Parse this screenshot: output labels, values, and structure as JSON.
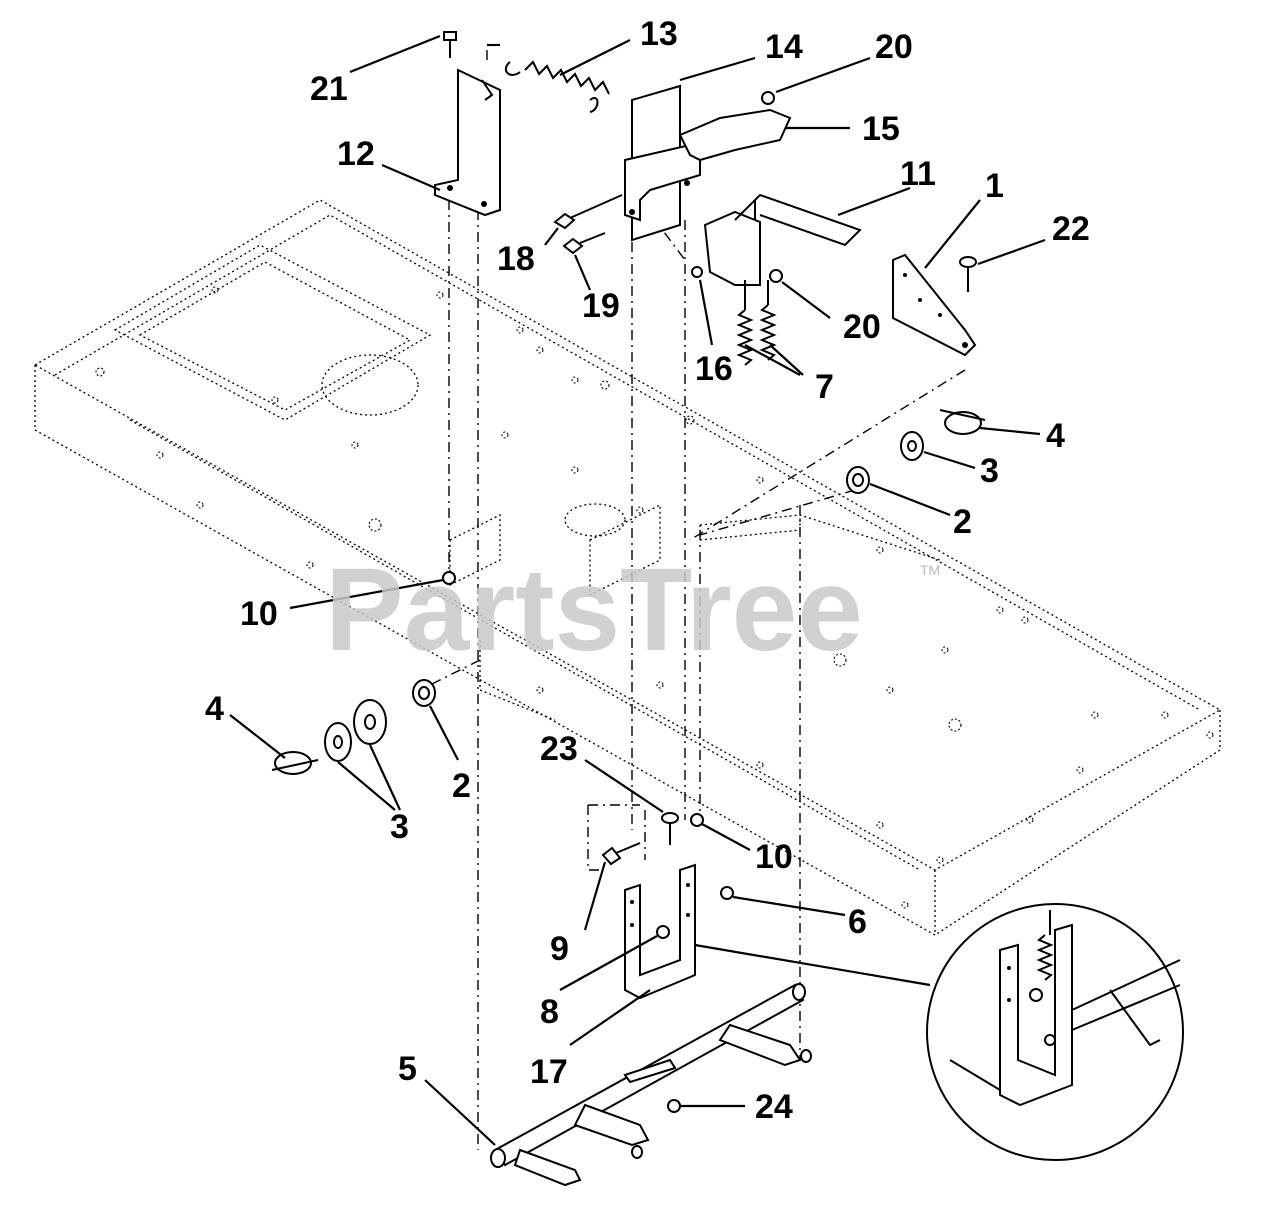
{
  "watermark": {
    "brand": "PartsTree",
    "trademark": "TM"
  },
  "callouts": {
    "c1": "1",
    "c2a": "2",
    "c2b": "2",
    "c3a": "3",
    "c3b": "3",
    "c4a": "4",
    "c4b": "4",
    "c5": "5",
    "c6": "6",
    "c7": "7",
    "c8": "8",
    "c9": "9",
    "c10a": "10",
    "c10b": "10",
    "c11": "11",
    "c12": "12",
    "c13": "13",
    "c14": "14",
    "c15": "15",
    "c16": "16",
    "c17": "17",
    "c18": "18",
    "c19": "19",
    "c20a": "20",
    "c20b": "20",
    "c21": "21",
    "c22": "22",
    "c23": "23",
    "c24": "24"
  }
}
